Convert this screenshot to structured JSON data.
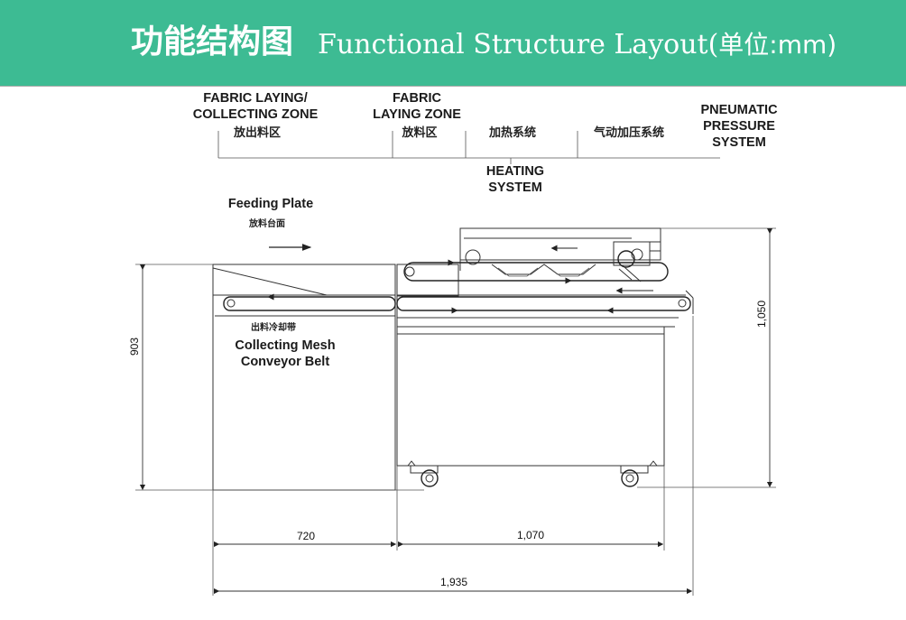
{
  "header": {
    "title_cn": "功能结构图",
    "title_en": "Functional Structure Layout(",
    "title_unit": "单位:mm)",
    "background": "#3dbb93"
  },
  "zones": {
    "fabric_laying_collecting_1": "FABRIC LAYING/",
    "fabric_laying_collecting_2": "COLLECTING ZONE",
    "fabric_laying_collecting_cn": "放出料区",
    "fabric_laying_1": "FABRIC",
    "fabric_laying_2": "LAYING ZONE",
    "fabric_laying_cn": "放料区",
    "heating_cn": "加热系统",
    "heating_1": "HEATING",
    "heating_2": "SYSTEM",
    "pneumatic_cn": "气动加压系统",
    "pneumatic_1": "PNEUMATIC",
    "pneumatic_2": "PRESSURE",
    "pneumatic_3": "SYSTEM"
  },
  "parts": {
    "feeding_plate": "Feeding Plate",
    "feeding_plate_cn": "放料台面",
    "belt_cn": "出料冷却带",
    "belt_1": "Collecting Mesh",
    "belt_2": "Conveyor Belt"
  },
  "dimensions": {
    "height_left": "903",
    "height_right": "1,050",
    "width_left": "720",
    "width_mid": "1,070",
    "width_total": "1,935"
  }
}
